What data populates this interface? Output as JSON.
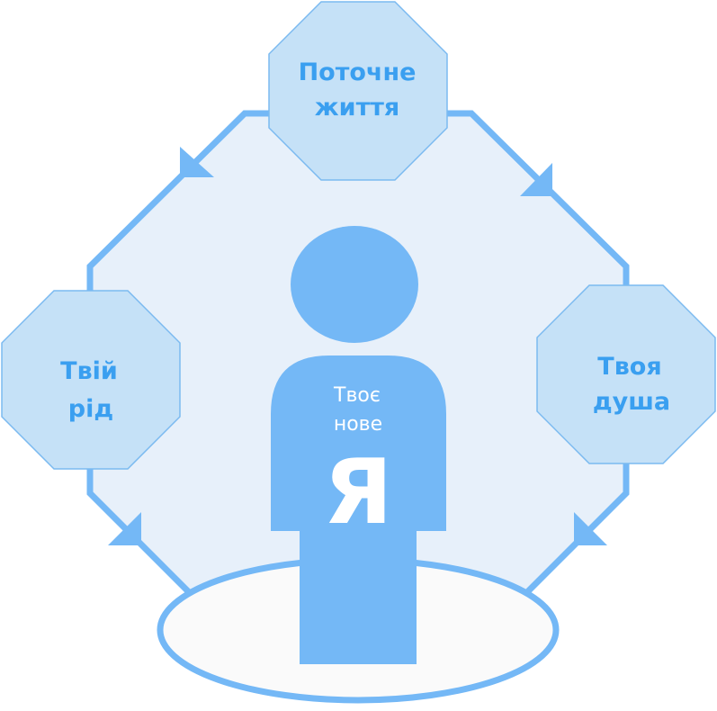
{
  "nodes": {
    "top": {
      "line1": "Поточне",
      "line2": "життя"
    },
    "left": {
      "line1": "Твій",
      "line2": "рід"
    },
    "right": {
      "line1": "Твоя",
      "line2": "душа"
    }
  },
  "center": {
    "line1": "Твоє",
    "line2": "нове",
    "big": "Я"
  },
  "colors": {
    "outline": "#74b8f6",
    "fill": "#e7f0fa",
    "node_fill": "#c5e1f7",
    "text": "#3a9ff0",
    "ellipse_fill": "#fafafa"
  }
}
